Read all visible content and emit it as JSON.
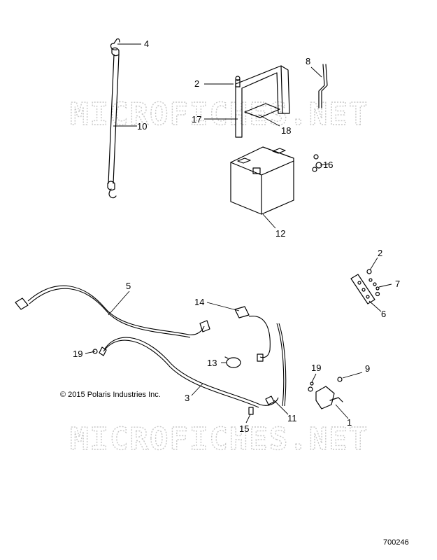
{
  "watermark": "MICROFICHES.NET",
  "copyright": "© 2015 Polaris Industries Inc.",
  "figure_number": "700246",
  "callouts": {
    "c4": "4",
    "c10": "10",
    "c2_top": "2",
    "c17": "17",
    "c18": "18",
    "c8": "8",
    "c16": "16",
    "c12": "12",
    "c2_right": "2",
    "c7": "7",
    "c6": "6",
    "c5": "5",
    "c14": "14",
    "c19_left": "19",
    "c13": "13",
    "c3": "3",
    "c19_right": "19",
    "c9": "9",
    "c11": "11",
    "c15": "15",
    "c1": "1"
  }
}
